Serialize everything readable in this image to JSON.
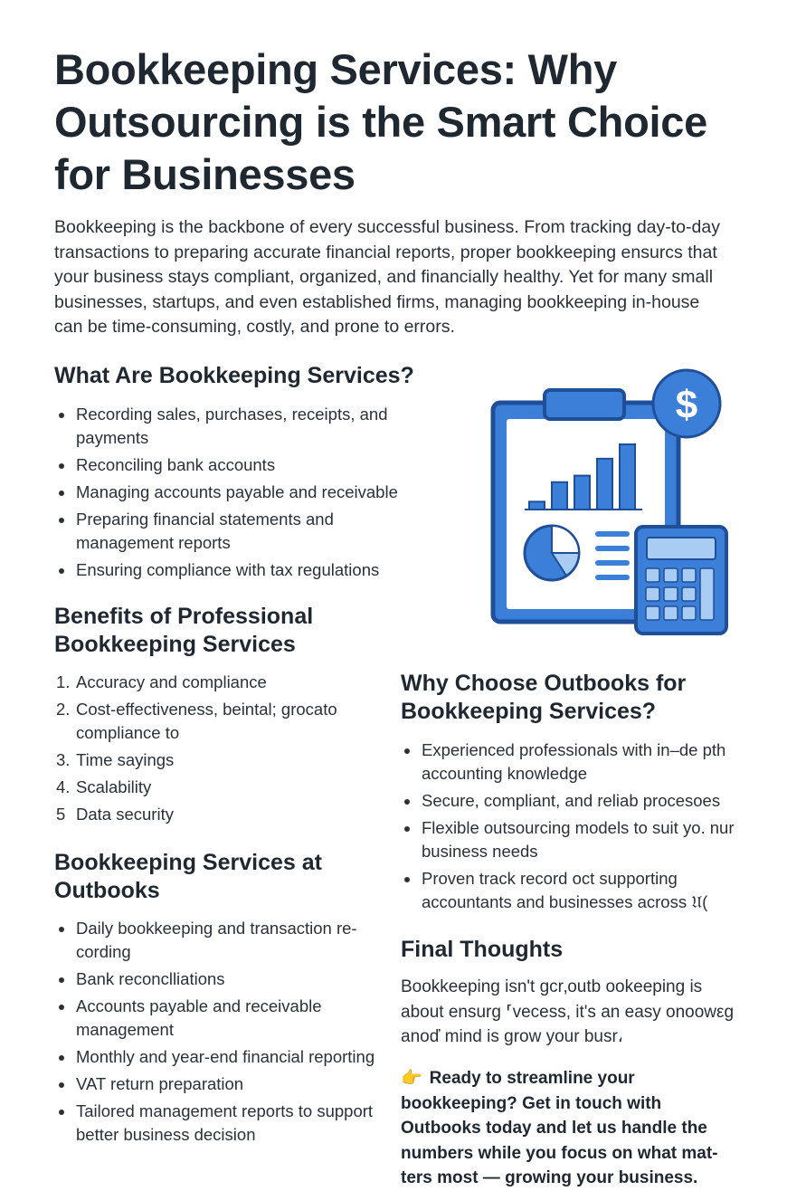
{
  "title": "Bookkeeping Services: Why Outsourcing is the Smart Choice for Businesses",
  "intro": "Bookkeeping is the backbone of every successful business. From tracking day-to-day transactions to preparing accurate financial reports, proper bookkeeping ensurcs that your business stays compliant, organized, and financially healthy. Yet for many small businesses, startups, and even established firms, managing bookkeeping in-house can be time-consuming, costly, and prone to errors.",
  "sections": {
    "what": {
      "heading": "What Are Bookkeeping Services?",
      "items": [
        "Recording sales, purchases, receipts, and payments",
        "Reconciling bank accounts",
        "Managing accounts payable and receivable",
        "Preparing financial statements and management reports",
        "Ensuring compliance with tax regulations"
      ]
    },
    "benefits": {
      "heading": "Benefits of Professional Bookkeeping Services",
      "items": [
        {
          "num": "1.",
          "text": "Accuracy and compliance"
        },
        {
          "num": "2.",
          "text": "Cost-effectiveness, beintal; grocato compliance to"
        },
        {
          "num": "3.",
          "text": "Time sayings"
        },
        {
          "num": "4.",
          "text": "Scalability"
        },
        {
          "num": "5",
          "text": "Data security"
        }
      ]
    },
    "outbooks": {
      "heading": "Bookkeeping Services at Outbooks",
      "items": [
        "Daily bookkeeping and transaction re-cording",
        "Bank reconclliations",
        "Accounts payable and receivable management",
        "Monthly and year-end financial reporting",
        "VAT return preparation",
        "Tailored management reports to support better business decision"
      ]
    },
    "why": {
      "heading": "Why Choose Outbooks for Bookkeeping Services?",
      "items": [
        "Experienced professionals with in–de pth accounting knowledge",
        "Secure, compliant, and reliab procesoes",
        "Flexible outsourcing models to suit yo. nur business needs",
        "Proven track record oct supporting accountants and businesses across 𝔘("
      ]
    },
    "final": {
      "heading": "Final Thoughts",
      "paragraph": "Bookkeeping isn't gcr‚outb ookeeping is about ensurg ⸢vecess, it's an easy onoowεg anoď mind is grow your busr،",
      "cta_icon": "👉",
      "cta": "Ready to streamline your bookkeeping? Get in touch with Outbooks today and let us handle the numbers while you focus on what mat-ters most — growing your business."
    }
  },
  "illustration": {
    "icons": [
      "clipboard-icon",
      "bar-chart-icon",
      "pie-chart-icon",
      "calculator-icon",
      "dollar-coin-icon"
    ],
    "bars": [
      0.12,
      0.42,
      0.52,
      0.78,
      1.0
    ],
    "colors": {
      "primary": "#3b7fd9",
      "light": "#a9ccf2",
      "outline": "#1f4f99",
      "paper": "#ffffff"
    }
  }
}
